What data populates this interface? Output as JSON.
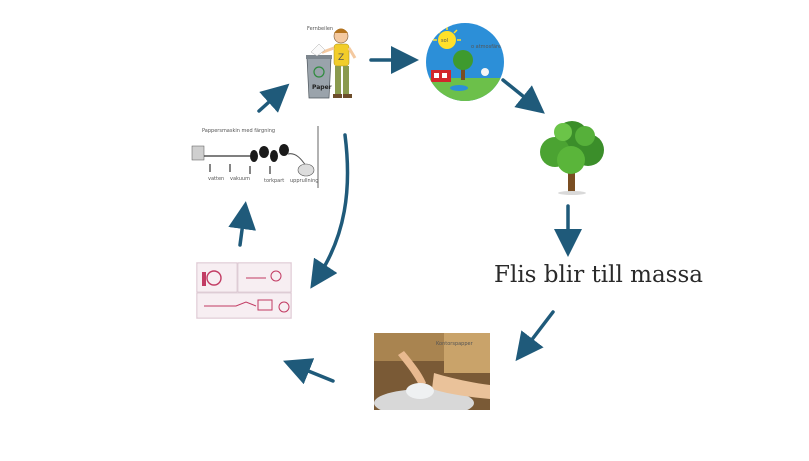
{
  "diagram": {
    "type": "paper-recycling-cycle",
    "step_label": "Flis blir till massa",
    "recycling_bin_label": "Paper",
    "arrow_color": "#1f5a7a",
    "nodes": [
      {
        "name": "recycling-person",
        "desc-icon": "person-recycling-paper-icon"
      },
      {
        "name": "sun-and-tree",
        "desc-icon": "sun-tree-cycle-icon"
      },
      {
        "name": "tree",
        "desc-icon": "tree-icon"
      },
      {
        "name": "pulp-photo",
        "desc-icon": "hands-pulp-photo-icon"
      },
      {
        "name": "process-diagram",
        "desc-icon": "pulp-process-diagram-icon"
      },
      {
        "name": "paper-machine",
        "desc-icon": "paper-machine-sketch-icon"
      }
    ]
  }
}
